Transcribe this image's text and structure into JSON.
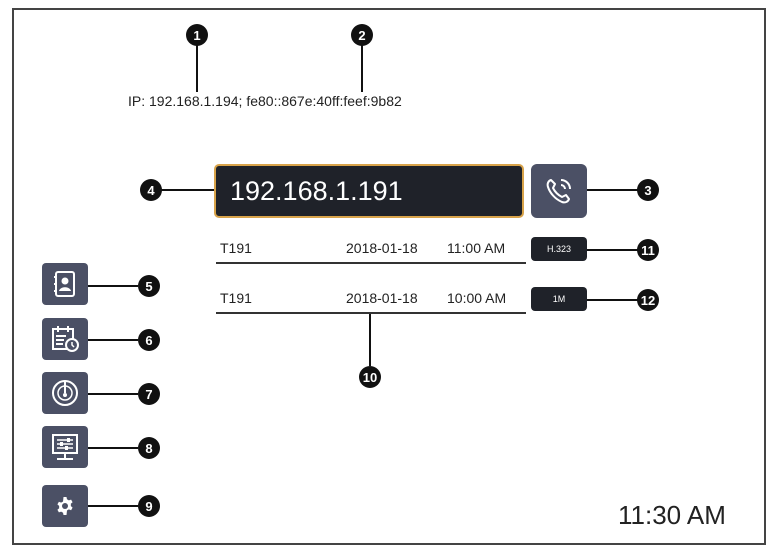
{
  "header": {
    "ip_prefix": "IP: 192.168.1.194; ",
    "ipv6": "fe80::867e:40ff:feef:9b82"
  },
  "dialer": {
    "address": "192.168.1.191",
    "call_icon": "phone-call-icon"
  },
  "history": [
    {
      "name": "T191",
      "date": "2018-01-18",
      "time": "11:00 AM"
    },
    {
      "name": "T191",
      "date": "2018-01-18",
      "time": "10:00 AM"
    }
  ],
  "badges": {
    "protocol": "H.323",
    "bandwidth": "1M"
  },
  "sidebar": {
    "items": [
      {
        "icon": "contacts-icon"
      },
      {
        "icon": "calendar-schedule-icon"
      },
      {
        "icon": "dial-gauge-icon"
      },
      {
        "icon": "monitor-settings-icon"
      },
      {
        "icon": "gear-icon"
      }
    ]
  },
  "callouts": [
    "1",
    "2",
    "3",
    "4",
    "5",
    "6",
    "7",
    "8",
    "9",
    "10",
    "11",
    "12"
  ],
  "status": {
    "clock": "11:30 AM"
  },
  "colors": {
    "dark": "#1f2229",
    "button": "#4b5065",
    "accent": "#d8a34a"
  }
}
